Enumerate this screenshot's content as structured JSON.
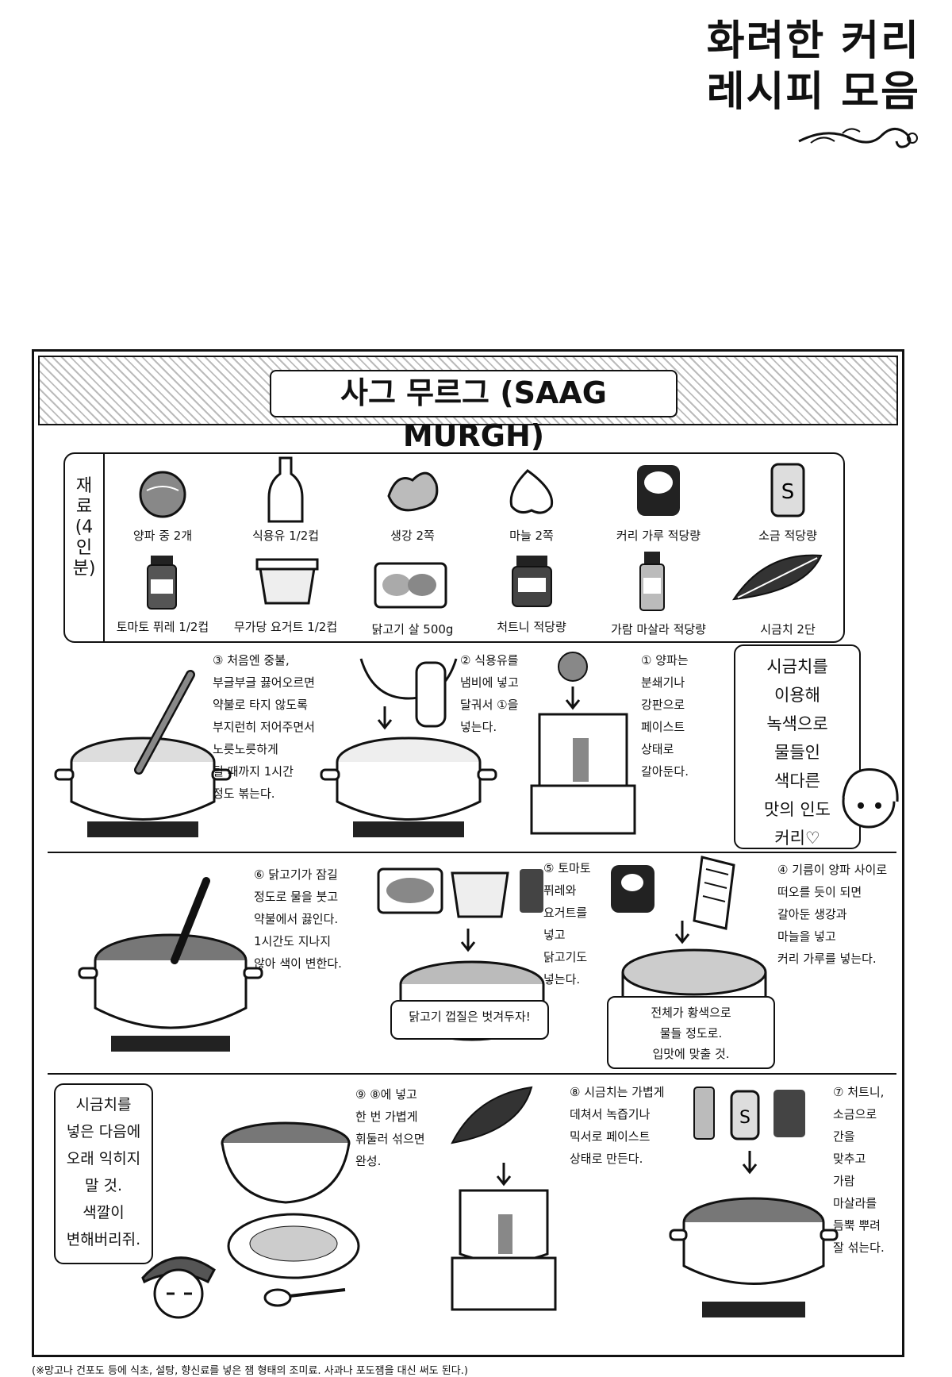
{
  "page_title": "화려한 커리\n레시피 모음",
  "recipe_title": "사그 무르그 (SAAG MURGH)",
  "ingredients_header": "재료(4인분)",
  "ingredients": [
    {
      "label": "양파 중 2개",
      "icon": "onion-icon"
    },
    {
      "label": "식용유 1/2컵",
      "icon": "oil-bottle-icon"
    },
    {
      "label": "생강 2쪽",
      "icon": "ginger-icon"
    },
    {
      "label": "마늘 2쪽",
      "icon": "garlic-icon"
    },
    {
      "label": "커리 가루 적당량",
      "icon": "curry-can-icon"
    },
    {
      "label": "소금 적당량",
      "icon": "salt-shaker-icon"
    },
    {
      "label": "토마토 퓌레 1/2컵",
      "icon": "puree-bottle-icon"
    },
    {
      "label": "무가당 요거트 1/2컵",
      "icon": "yogurt-tub-icon"
    },
    {
      "label": "닭고기 살 500g",
      "icon": "chicken-tray-icon"
    },
    {
      "label": "처트니 적당량",
      "icon": "chutney-jar-icon"
    },
    {
      "label": "가람 마살라 적당량",
      "icon": "spice-bottle-icon"
    },
    {
      "label": "시금치 2단",
      "icon": "spinach-icon"
    }
  ],
  "steps": {
    "s1": "① 양파는\n분쇄기나\n강판으로\n페이스트\n상태로\n갈아둔다.",
    "s2": "② 식용유를\n냄비에 넣고\n달궈서 ①을\n넣는다.",
    "s3": "③ 처음엔 중불,\n부글부글 끓어오르면\n약불로 타지 않도록\n부지런히 저어주면서\n노릇노릇하게\n될 때까지 1시간\n정도 볶는다.",
    "s4": "④ 기름이 양파 사이로\n떠오를 듯이 되면\n갈아둔 생강과\n마늘을 넣고\n커리 가루를 넣는다.",
    "s5": "⑤ 토마토\n퓌레와\n요거트를\n넣고\n닭고기도\n넣는다.",
    "s6": "⑥ 닭고기가 잠길\n정도로 물을 붓고\n약불에서 끓인다.\n1시간도 지나지\n않아 색이 변한다.",
    "s7": "⑦ 처트니,\n소금으로\n간을\n맞추고\n가람\n마살라를\n듬뿍 뿌려\n잘 섞는다.",
    "s8": "⑧ 시금치는 가볍게\n데쳐서 녹즙기나\n믹서로 페이스트\n상태로 만든다.",
    "s9": "⑨ ⑧에 넣고\n한 번 가볍게\n휘둘러 섞으면\n완성."
  },
  "bubbles": {
    "b1": "시금치를\n이용해\n녹색으로\n물들인\n색다른\n맛의 인도\n커리♡",
    "b2": "시금치를\n넣은 다음에\n오래 익히지\n말 것.\n색깔이\n변해버리쥐."
  },
  "notes": {
    "n1": "닭고기 껍질은 벗겨두자!",
    "n2": "전체가 황색으로\n물들 정도로.\n입맛에 맞출 것."
  },
  "footnote": "(※망고나 건포도 등에 식초, 설탕, 향신료를 넣은 잼 형태의 조미료. 사과나 포도잼을 대신 써도 된다.)"
}
